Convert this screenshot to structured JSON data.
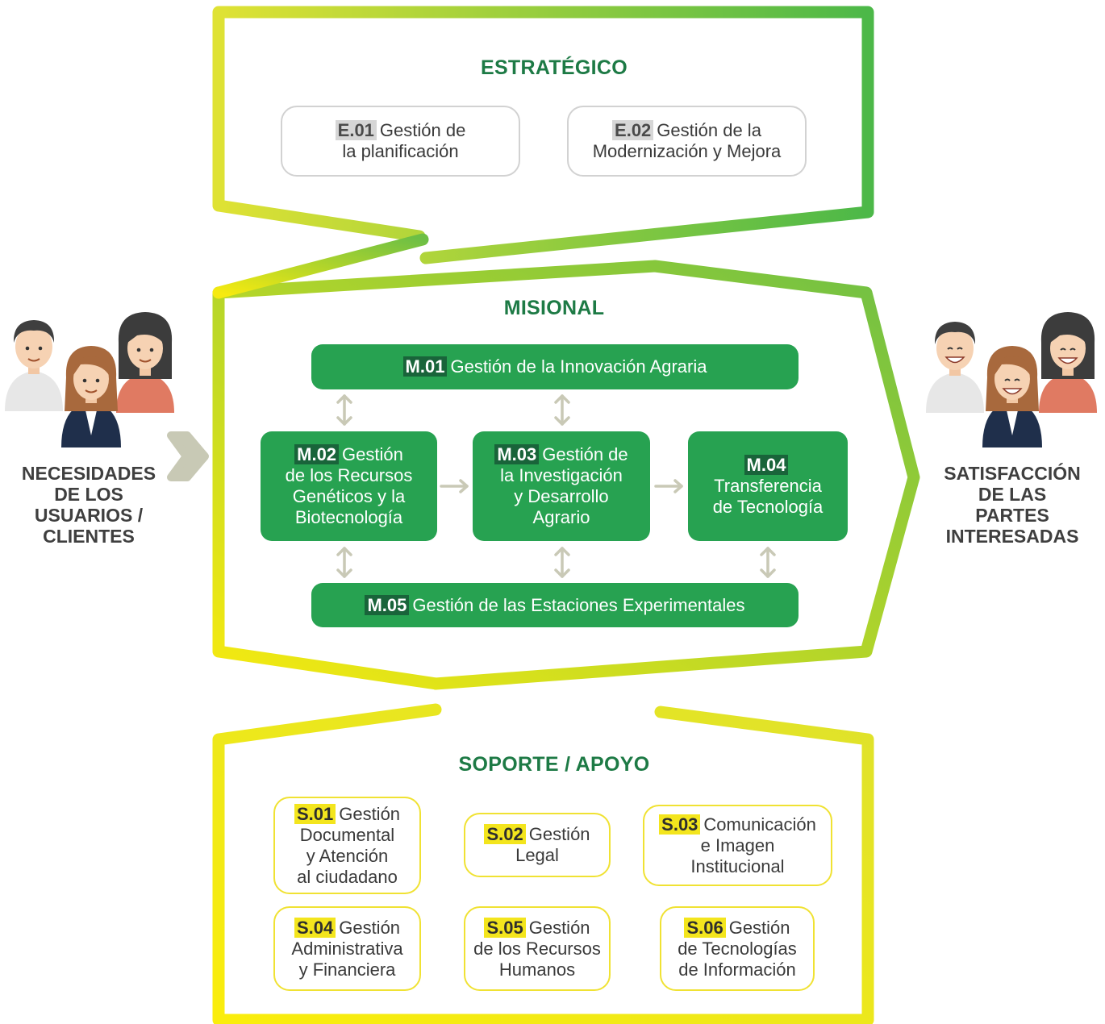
{
  "colors": {
    "accent_green": "#1d7a45",
    "process_green": "#27a251",
    "support_yellow": "#f3e51d",
    "arrow_gray": "#c9c9b6"
  },
  "left_label": [
    "NECESIDADES",
    "DE LOS",
    "USUARIOS /",
    "CLIENTES"
  ],
  "right_label": [
    "SATISFACCIÓN",
    "DE LAS",
    "PARTES",
    "INTERESADAS"
  ],
  "strategic": {
    "title": "ESTRATÉGICO",
    "items": [
      {
        "code": "E.01",
        "line1": "Gestión de",
        "line2": "la planificación"
      },
      {
        "code": "E.02",
        "line1": "Gestión de la",
        "line2": "Modernización y Mejora"
      }
    ]
  },
  "misional": {
    "title": "MISIONAL",
    "m01": {
      "code": "M.01",
      "text": "Gestión de la Innovación Agraria"
    },
    "m02": {
      "code": "M.02",
      "lines": [
        "Gestión",
        "de los Recursos",
        "Genéticos y la",
        "Biotecnología"
      ]
    },
    "m03": {
      "code": "M.03",
      "lines": [
        "Gestión de",
        "la Investigación",
        "y Desarrollo",
        "Agrario"
      ]
    },
    "m04": {
      "code": "M.04",
      "lines": [
        "Transferencia",
        "de Tecnología"
      ]
    },
    "m05": {
      "code": "M.05",
      "text": "Gestión de las Estaciones Experimentales"
    }
  },
  "support": {
    "title": "SOPORTE / APOYO",
    "s01": {
      "code": "S.01",
      "lines": [
        "Gestión",
        "Documental",
        "y Atención",
        "al ciudadano"
      ]
    },
    "s02": {
      "code": "S.02",
      "lines": [
        "Gestión",
        "Legal"
      ]
    },
    "s03": {
      "code": "S.03",
      "lines": [
        "Comunicación",
        "e Imagen",
        "Institucional"
      ]
    },
    "s04": {
      "code": "S.04",
      "lines": [
        "Gestión",
        "Administrativa",
        "y Financiera"
      ]
    },
    "s05": {
      "code": "S.05",
      "lines": [
        "Gestión",
        "de los Recursos",
        "Humanos"
      ]
    },
    "s06": {
      "code": "S.06",
      "lines": [
        "Gestión",
        "de Tecnologías",
        "de Información"
      ]
    }
  }
}
